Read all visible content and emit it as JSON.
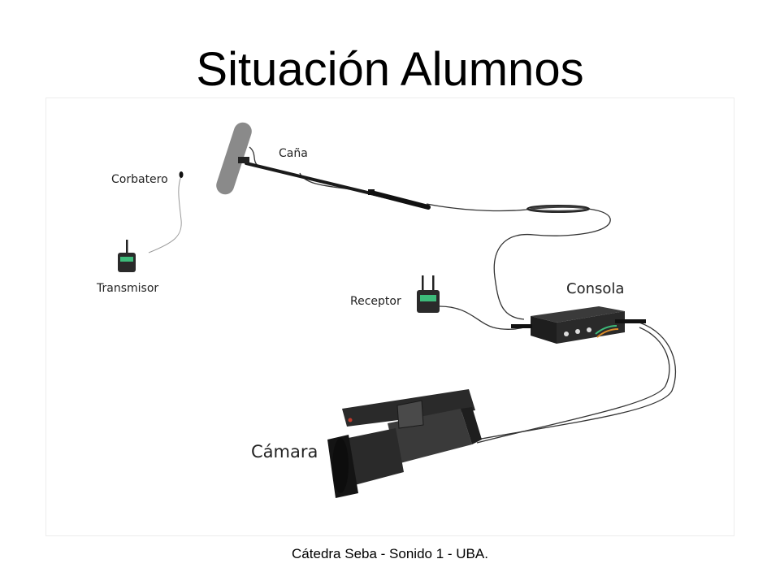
{
  "slide": {
    "title": "Situación Alumnos",
    "footer": "Cátedra Seba - Sonido 1 - UBA."
  },
  "diagram": {
    "labels": {
      "boom": "Caña",
      "lavalier": "Corbatero",
      "transmitter": "Transmisor",
      "receiver": "Receptor",
      "mixer": "Consola",
      "camera": "Cámara"
    },
    "colors": {
      "device_body": "#2a2a2a",
      "screen": "#3dbb7a",
      "cable": "#333333",
      "windscreen": "#8a8a8a",
      "led": "#c0392b"
    }
  }
}
